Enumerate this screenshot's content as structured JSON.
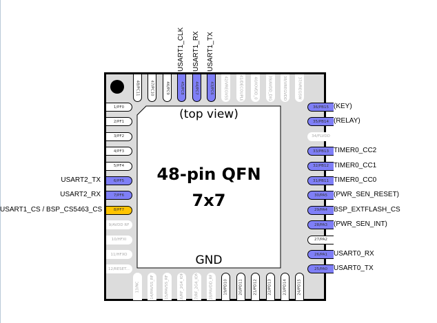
{
  "chip": {
    "title_line1": "48-pin QFN",
    "title_line2": "7x7",
    "view": "(top view)",
    "bottom": "GND"
  },
  "colors": {
    "blue": "#7f7ff7",
    "yellow": "#ffc400",
    "white": "#ffffff",
    "disabled": "#ffffff"
  },
  "left_pins": [
    {
      "label": "1/PF0",
      "color": "white"
    },
    {
      "label": "2/PF1",
      "color": "white"
    },
    {
      "label": "3/PF2",
      "color": "white"
    },
    {
      "label": "4/PF3",
      "color": "white"
    },
    {
      "label": "5/PF4",
      "color": "white"
    },
    {
      "label": "6/PF5",
      "color": "blue",
      "signal": "USART2_TX"
    },
    {
      "label": "7/PF6",
      "color": "blue",
      "signal": "USART2_RX"
    },
    {
      "label": "8/PF7",
      "color": "yellow",
      "signal": "USART1_CS / BSP_CS5463_CS"
    },
    {
      "label": "9/AVDD RF",
      "color": "disabled"
    },
    {
      "label": "10/HFXI",
      "color": "disabled"
    },
    {
      "label": "11/HFXO",
      "color": "disabled"
    },
    {
      "label": "12/RESET...",
      "color": "disabled"
    }
  ],
  "right_pins": [
    {
      "label": "36/PB15",
      "color": "blue",
      "signal": "(KEY)"
    },
    {
      "label": "35/PB14",
      "color": "blue",
      "signal": "(RELAY)"
    },
    {
      "label": "34/FLVDD",
      "color": "disabled"
    },
    {
      "label": "33/PB13",
      "color": "blue",
      "signal": "TIMER0_CC2"
    },
    {
      "label": "32/PB12",
      "color": "blue",
      "signal": "TIMER0_CC1"
    },
    {
      "label": "31/PB11",
      "color": "blue",
      "signal": "TIMER0_CC0"
    },
    {
      "label": "30/PA5",
      "color": "blue",
      "signal": "(PWR_SEN_RESET)"
    },
    {
      "label": "29/PA4",
      "color": "blue",
      "signal": "BSP_EXTFLASH_CS"
    },
    {
      "label": "28/PA3",
      "color": "blue",
      "signal": "(PWR_SEN_INT)"
    },
    {
      "label": "27/PA2",
      "color": "white"
    },
    {
      "label": "26/PA1",
      "color": "blue",
      "signal": "USART0_RX"
    },
    {
      "label": "25/PA0",
      "color": "blue",
      "signal": "USART0_TX"
    }
  ],
  "top_pins": [
    {
      "label": "48/PC11",
      "color": "white"
    },
    {
      "label": "47/PC10",
      "color": "white"
    },
    {
      "label": "46/PC9",
      "color": "white"
    },
    {
      "label": "45/PC8",
      "color": "blue",
      "signal": "USART1_CLK"
    },
    {
      "label": "44/PC7",
      "color": "blue",
      "signal": "USART1_RX"
    },
    {
      "label": "43/PC6",
      "color": "blue",
      "signal": "USART1_TX"
    },
    {
      "label": "42/VREGVSS",
      "color": "disabled"
    },
    {
      "label": "41/DECOUPLE",
      "color": "disabled"
    },
    {
      "label": "40/IOVDD_0",
      "color": "disabled"
    },
    {
      "label": "39/AVDD_DIG",
      "color": "disabled"
    },
    {
      "label": "38/VREGVDD",
      "color": "disabled"
    },
    {
      "label": "37/VREGSW",
      "color": "disabled"
    }
  ],
  "bottom_pins": [
    {
      "label": "13/NC",
      "color": "disabled"
    },
    {
      "label": "14/PAVSS_RF",
      "color": "disabled"
    },
    {
      "label": "15/PAVSS_RF",
      "color": "disabled"
    },
    {
      "label": "16/RF_2G4_IOP",
      "color": "disabled"
    },
    {
      "label": "17/RF_2G4_ION",
      "color": "disabled"
    },
    {
      "label": "18/PAVDD_RF",
      "color": "disabled"
    },
    {
      "label": "19/PD10",
      "color": "white"
    },
    {
      "label": "20/PD11",
      "color": "white"
    },
    {
      "label": "21/PD12",
      "color": "white"
    },
    {
      "label": "22/PD13",
      "color": "white"
    },
    {
      "label": "23/PD14",
      "color": "white"
    },
    {
      "label": "24/PD15",
      "color": "white"
    }
  ]
}
